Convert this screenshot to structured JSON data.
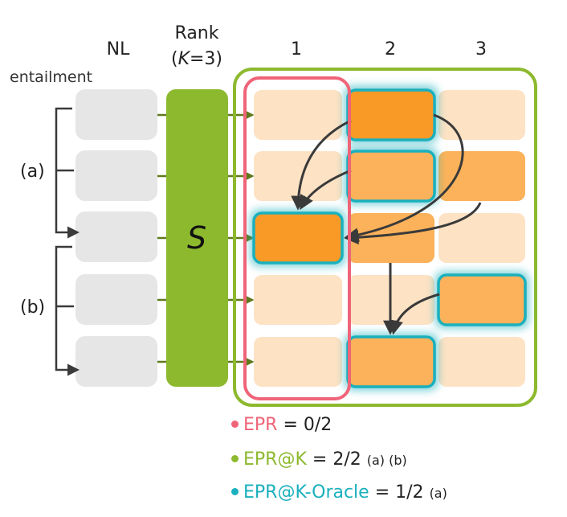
{
  "header": {
    "nl": "NL",
    "entailment": "entailment",
    "rank_line1": "Rank",
    "rank_line2_prefix": "(",
    "rank_line2_k": "K",
    "rank_line2_suffix": "=3)",
    "columns": [
      "1",
      "2",
      "3"
    ]
  },
  "brackets": {
    "a": "(a)",
    "b": "(b)"
  },
  "scorer": {
    "label": "S"
  },
  "colors": {
    "nl_box": "#e6e6e6",
    "scorer": "#8db92e",
    "light_cell": "#fde2c4",
    "medium_cell": "#fcb25a",
    "dark_cell": "#f99a27",
    "oracle": "#1ab0bd",
    "epr": "#ef6478",
    "epr_k": "#8db92e",
    "arrow": "#3a3a3a"
  },
  "legend": [
    {
      "name": "EPR",
      "equals": "= 0/2",
      "note": ""
    },
    {
      "name": "EPR@K",
      "equals": "= 2/2",
      "note": "(a) (b)"
    },
    {
      "name": "EPR@K-Oracle",
      "equals": "= 1/2",
      "note": "(a)"
    }
  ]
}
